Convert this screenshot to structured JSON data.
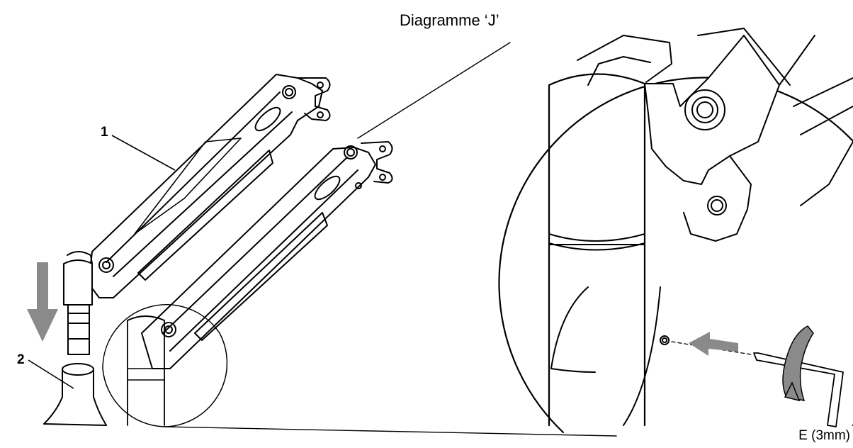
{
  "title": "Diagramme ‘J’",
  "callouts": [
    {
      "id": "1",
      "part": "arm"
    },
    {
      "id": "2",
      "part": "post"
    }
  ],
  "tool_label": "E (3mm)",
  "colors": {
    "line": "#000000",
    "arrow": "#8a8a8a",
    "background": "#ffffff"
  },
  "icons": [
    "down-arrow-icon",
    "insert-arrow-icon",
    "rotate-arrow-icon",
    "hex-key-icon"
  ]
}
